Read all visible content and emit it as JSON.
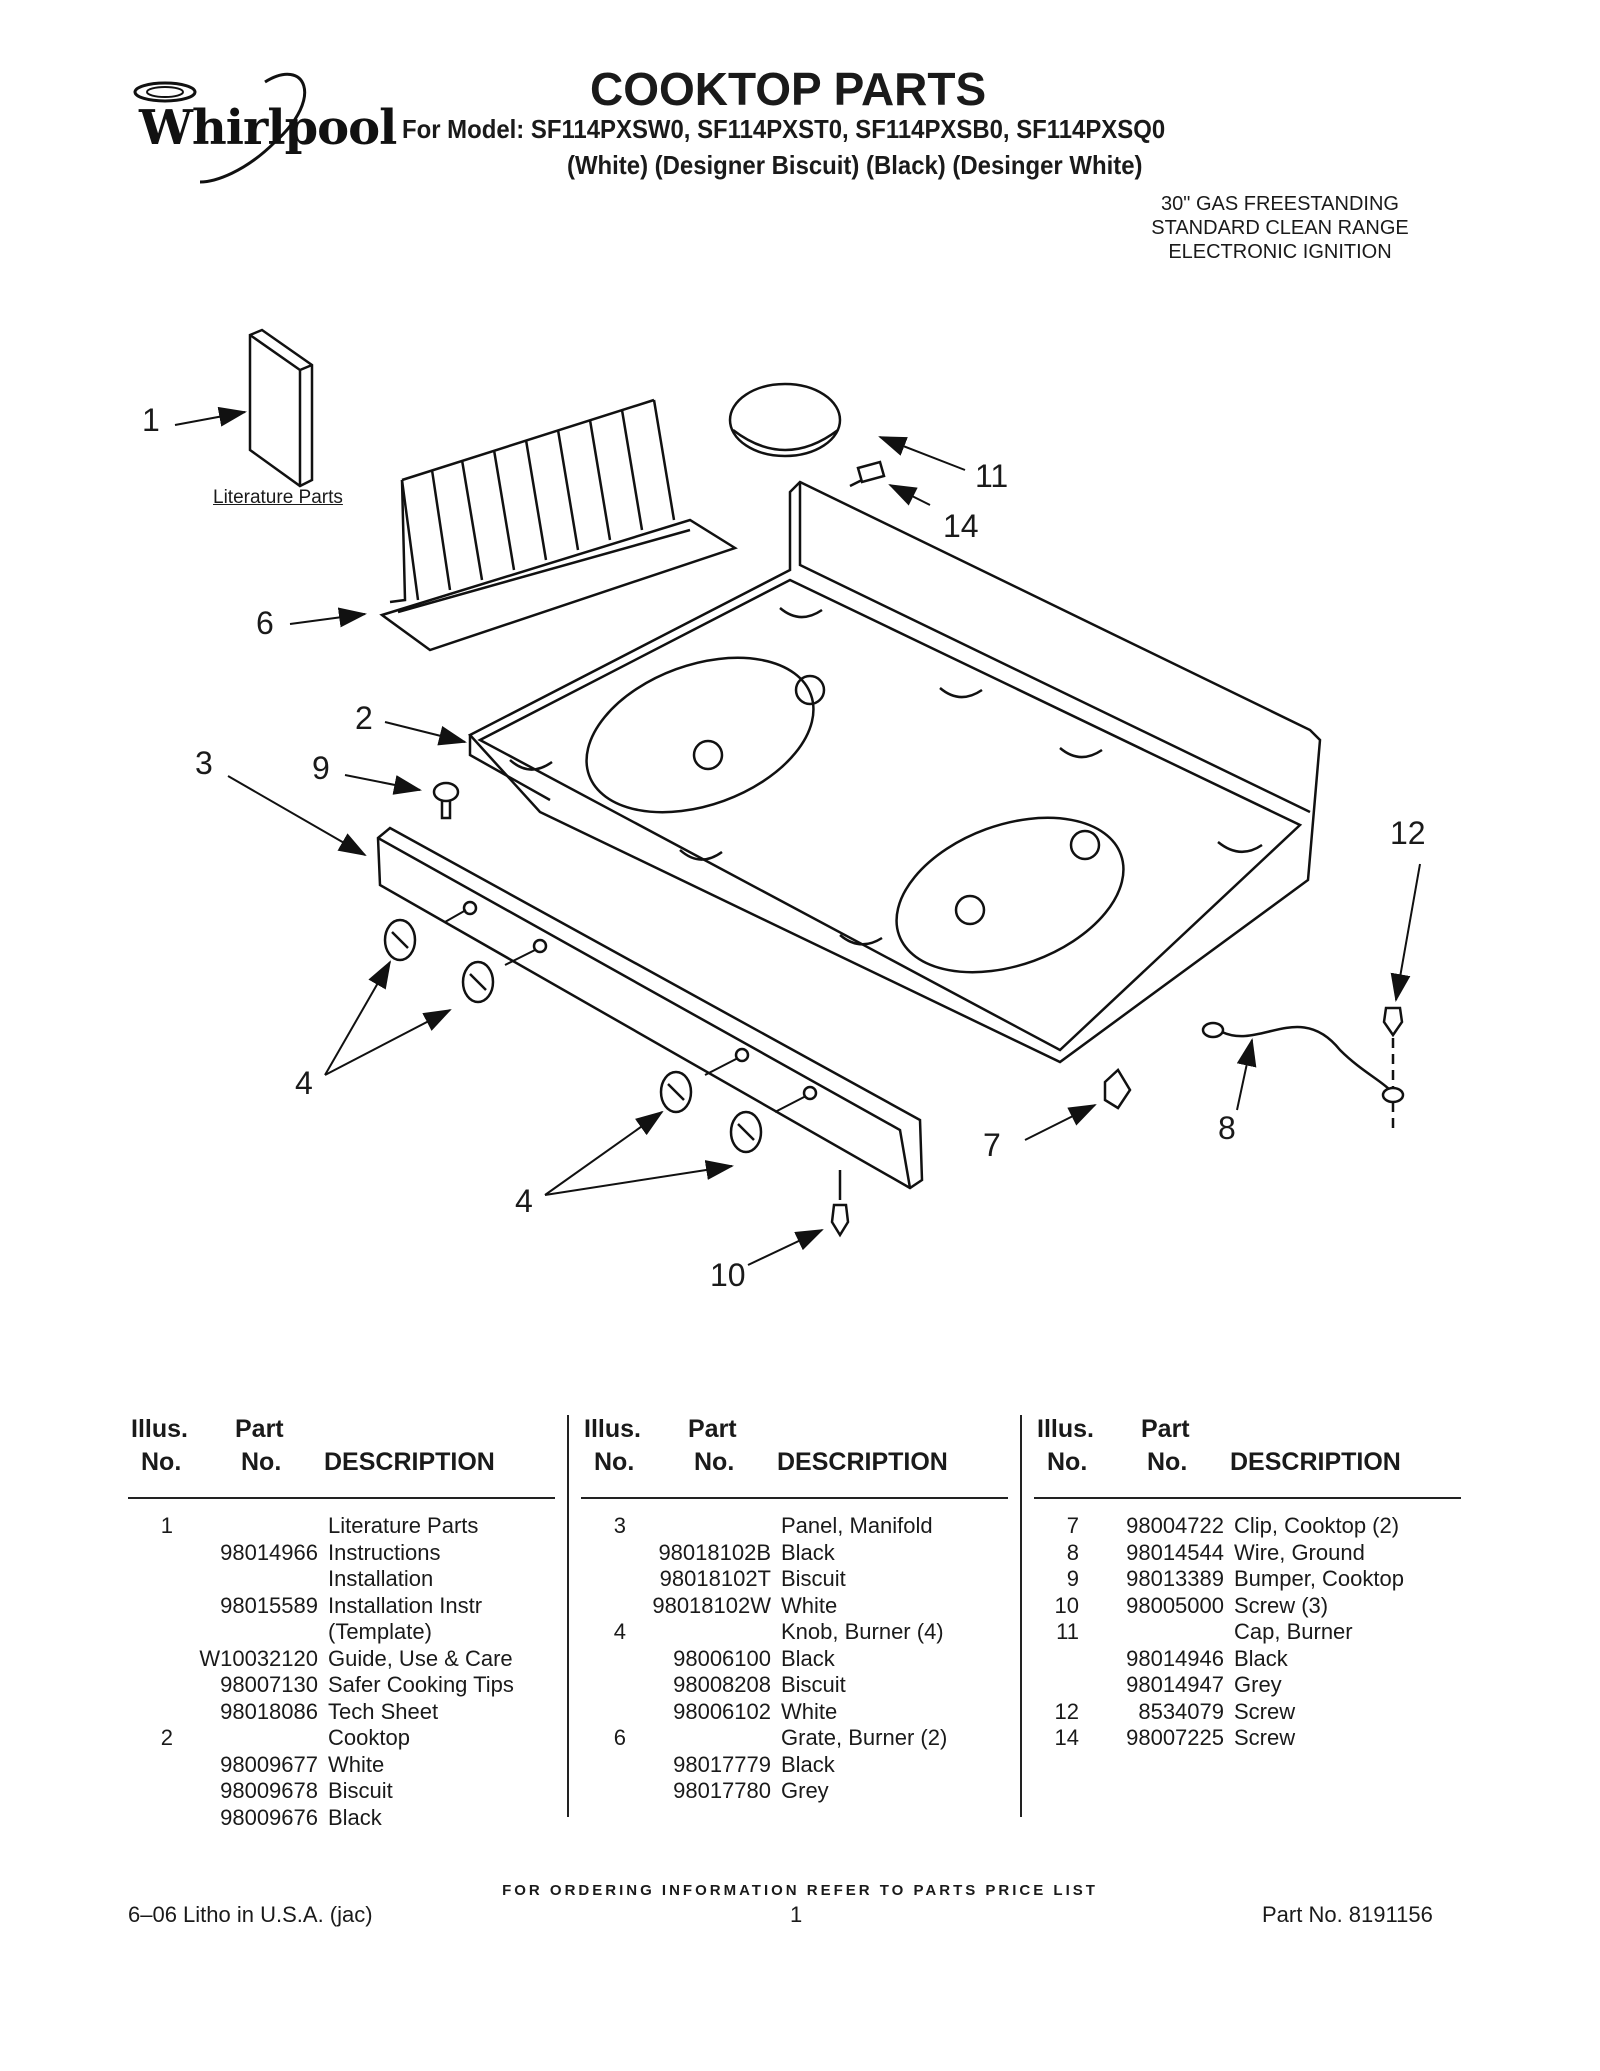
{
  "header": {
    "brand": "Whirlpool",
    "title": "COOKTOP PARTS",
    "models": "For Model: SF114PXSW0, SF114PXST0, SF114PXSB0, SF114PXSQ0",
    "finishes": "(White)   (Designer Biscuit)   (Black)    (Desinger White)",
    "subtitle": [
      "30\" GAS FREESTANDING",
      "STANDARD CLEAN RANGE",
      "ELECTRONIC IGNITION"
    ]
  },
  "diagram": {
    "literature_label": "Literature Parts",
    "callouts": [
      "1",
      "11",
      "14",
      "6",
      "2",
      "3",
      "9",
      "12",
      "4",
      "7",
      "8",
      "4",
      "10"
    ]
  },
  "table": {
    "headers": {
      "illus": "Illus.",
      "no": "No.",
      "part": "Part",
      "description": "DESCRIPTION"
    },
    "columns": [
      [
        {
          "illus": "1",
          "part": "",
          "desc": "Literature Parts"
        },
        {
          "illus": "",
          "part": "98014966",
          "desc": "Instructions"
        },
        {
          "illus": "",
          "part": "",
          "desc": "Installation"
        },
        {
          "illus": "",
          "part": "98015589",
          "desc": "Installation Instr"
        },
        {
          "illus": "",
          "part": "",
          "desc": "(Template)"
        },
        {
          "illus": "",
          "part": "W10032120",
          "desc": "Guide, Use & Care"
        },
        {
          "illus": "",
          "part": "98007130",
          "desc": "Safer Cooking Tips"
        },
        {
          "illus": "",
          "part": "98018086",
          "desc": "Tech Sheet"
        },
        {
          "illus": "2",
          "part": "",
          "desc": "Cooktop"
        },
        {
          "illus": "",
          "part": "98009677",
          "desc": "White"
        },
        {
          "illus": "",
          "part": "98009678",
          "desc": "Biscuit"
        },
        {
          "illus": "",
          "part": "98009676",
          "desc": "Black"
        }
      ],
      [
        {
          "illus": "3",
          "part": "",
          "desc": "Panel, Manifold"
        },
        {
          "illus": "",
          "part": "98018102B",
          "desc": "Black"
        },
        {
          "illus": "",
          "part": "98018102T",
          "desc": "Biscuit"
        },
        {
          "illus": "",
          "part": "98018102W",
          "desc": "White"
        },
        {
          "illus": "4",
          "part": "",
          "desc": "Knob, Burner (4)"
        },
        {
          "illus": "",
          "part": "98006100",
          "desc": "Black"
        },
        {
          "illus": "",
          "part": "98008208",
          "desc": "Biscuit"
        },
        {
          "illus": "",
          "part": "98006102",
          "desc": "White"
        },
        {
          "illus": "6",
          "part": "",
          "desc": "Grate, Burner (2)"
        },
        {
          "illus": "",
          "part": "98017779",
          "desc": "Black"
        },
        {
          "illus": "",
          "part": "98017780",
          "desc": "Grey"
        }
      ],
      [
        {
          "illus": "7",
          "part": "98004722",
          "desc": "Clip, Cooktop (2)"
        },
        {
          "illus": "8",
          "part": "98014544",
          "desc": "Wire, Ground"
        },
        {
          "illus": "9",
          "part": "98013389",
          "desc": "Bumper, Cooktop"
        },
        {
          "illus": "10",
          "part": "98005000",
          "desc": "Screw (3)"
        },
        {
          "illus": "11",
          "part": "",
          "desc": "Cap, Burner"
        },
        {
          "illus": "",
          "part": "98014946",
          "desc": "Black"
        },
        {
          "illus": "",
          "part": "98014947",
          "desc": "Grey"
        },
        {
          "illus": "12",
          "part": "8534079",
          "desc": "Screw"
        },
        {
          "illus": "14",
          "part": "98007225",
          "desc": "Screw"
        }
      ]
    ]
  },
  "footer": {
    "ordering": "FOR ORDERING INFORMATION REFER TO PARTS PRICE LIST",
    "litho": "6–06 Litho in U.S.A. (jac)",
    "page": "1",
    "part_no": "Part No. 8191156"
  }
}
